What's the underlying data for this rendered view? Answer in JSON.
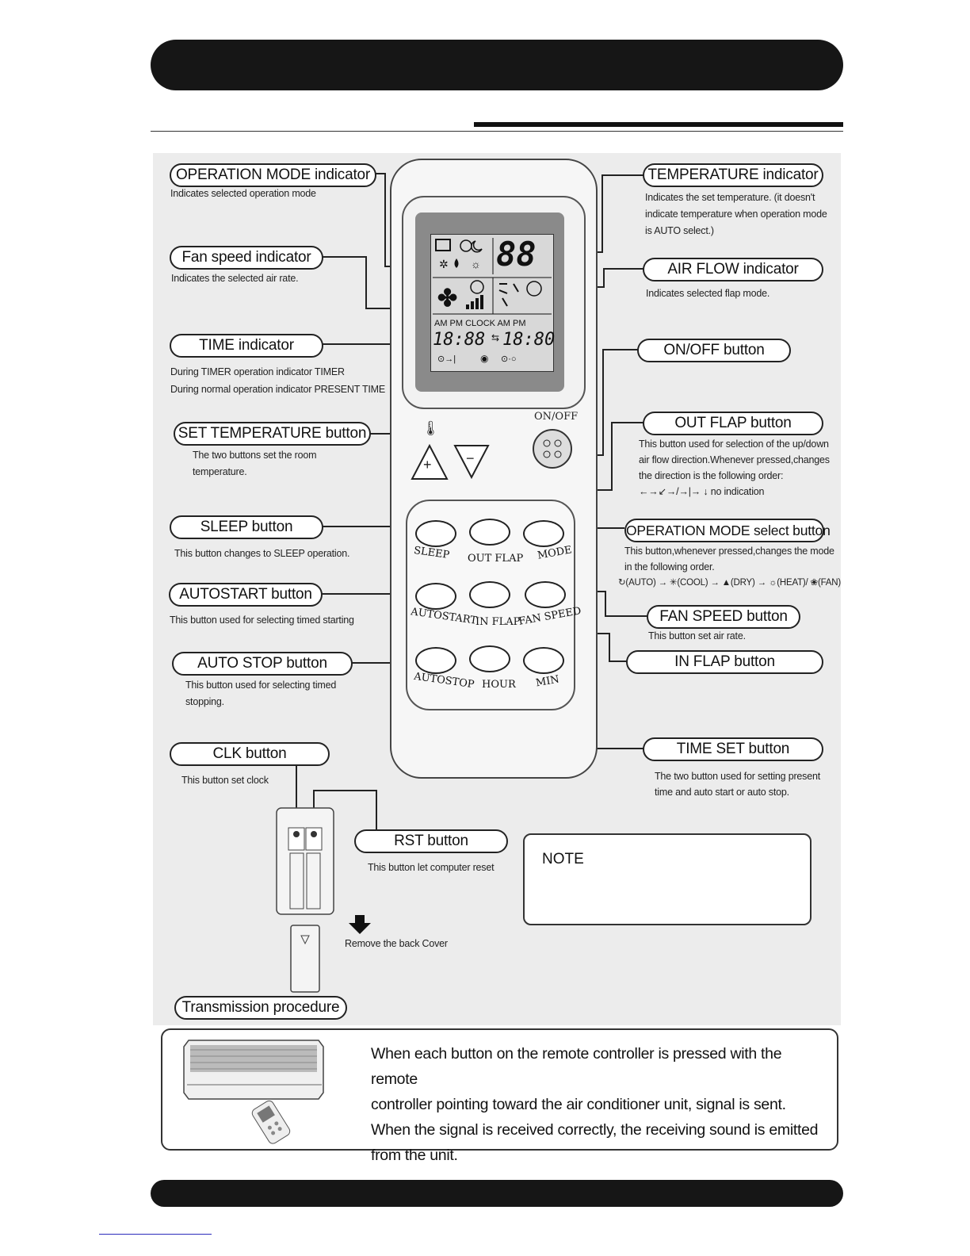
{
  "labels": {
    "operation_mode_indicator": "OPERATION MODE indicator",
    "operation_mode_indicator_desc": "Indicates selected operation mode",
    "fan_speed_indicator": "Fan speed indicator",
    "fan_speed_indicator_desc": "Indicates the selected air rate.",
    "time_indicator": "TIME indicator",
    "time_indicator_desc1": "During TIMER operation    indicator TIMER",
    "time_indicator_desc2": "During normal operation   indicator PRESENT TIME",
    "set_temperature_button": "SET TEMPERATURE button",
    "set_temperature_desc1": "The two buttons set the room",
    "set_temperature_desc2": "temperature.",
    "sleep_button": "SLEEP button",
    "sleep_desc": "This button changes to SLEEP operation.",
    "autostart_button": "AUTOSTART button",
    "autostart_desc": "This button used for selecting timed starting",
    "auto_stop_button": "AUTO STOP button",
    "auto_stop_desc1": "This button used for selecting timed",
    "auto_stop_desc2": "stopping.",
    "clk_button": "CLK button",
    "clk_desc": "This button set clock",
    "rst_button": "RST button",
    "rst_desc": "This button let computer reset",
    "remove_cover": "Remove the back Cover",
    "temperature_indicator": "TEMPERATURE indicator",
    "temperature_desc1": "Indicates the set temperature. (it doesn't",
    "temperature_desc2": "indicate temperature when operation mode",
    "temperature_desc3": "is AUTO select.)",
    "air_flow_indicator": "AIR FLOW indicator",
    "air_flow_desc": "Indicates selected flap mode.",
    "on_off_button": "ON/OFF button",
    "out_flap_button": "OUT FLAP button",
    "out_flap_desc1": "This button used for selection of the up/down",
    "out_flap_desc2": "air flow direction.Whenever pressed,changes",
    "out_flap_desc3": "the direction is the following order:",
    "out_flap_desc4": "←→↙→/→|→ ↓ no indication",
    "operation_mode_select_button": "OPERATION MODE select button",
    "operation_mode_select_desc1": "This button,whenever pressed,changes the mode",
    "operation_mode_select_desc2": "in the following order.",
    "operation_mode_select_desc3": "↻(AUTO) → ✳(COOL) → ▲(DRY) → ☼(HEAT)/ ❀(FAN)",
    "fan_speed_button": "FAN SPEED button",
    "fan_speed_desc": "This button set air rate.",
    "in_flap_button": "IN FLAP button",
    "time_set_button": "TIME SET button",
    "time_set_desc1": "The two button used for setting present",
    "time_set_desc2": "time and auto start or auto stop.",
    "note": "NOTE",
    "transmission_procedure": "Transmission procedure"
  },
  "remote": {
    "lcd_temp": "88",
    "lcd_ampm": "AM   PM  CLOCK AM    PM",
    "lcd_time_left": "18:88",
    "lcd_time_right": "18:80",
    "onoff_label": "ON/OFF",
    "plus": "+",
    "minus": "−",
    "buttons": {
      "sleep": "SLEEP",
      "out_flap": "OUT FLAP",
      "mode": "MODE",
      "autostart": "AUTOSTART",
      "in_flap": "IN FLAP",
      "fan_speed": "FAN SPEED",
      "autostop": "AUTOSTOP",
      "hour": "HOUR",
      "min": "MIN"
    }
  },
  "transmission": {
    "line1": "When each button on the remote controller is pressed with the remote",
    "line2": "controller pointing toward the air conditioner unit, signal is sent.",
    "line3": "When the signal is received correctly, the receiving sound is emitted",
    "line4": "from the unit."
  }
}
